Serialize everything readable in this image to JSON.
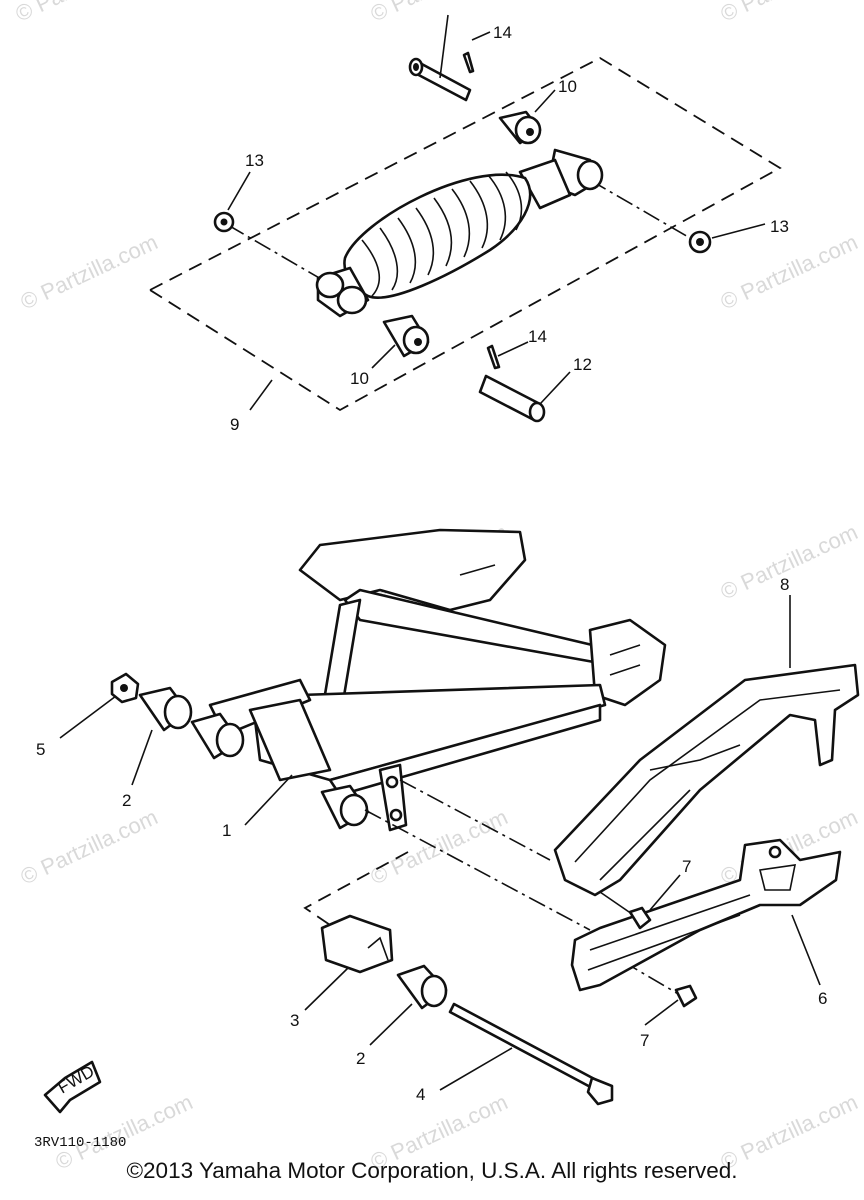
{
  "watermark": "© Partzilla.com",
  "part_labels": {
    "p1": "1",
    "p2a": "2",
    "p2b": "2",
    "p3": "3",
    "p4": "4",
    "p5": "5",
    "p6": "6",
    "p7a": "7",
    "p7b": "7",
    "p8": "8",
    "p9": "9",
    "p10a": "10",
    "p10b": "10",
    "p12": "12",
    "p13a": "13",
    "p13b": "13",
    "p14a": "14",
    "p14b": "14"
  },
  "fwd_label": "FWD",
  "diagram_code": "3RV110-1180",
  "copyright": "©2013 Yamaha Motor Corporation, U.S.A. All rights reserved."
}
